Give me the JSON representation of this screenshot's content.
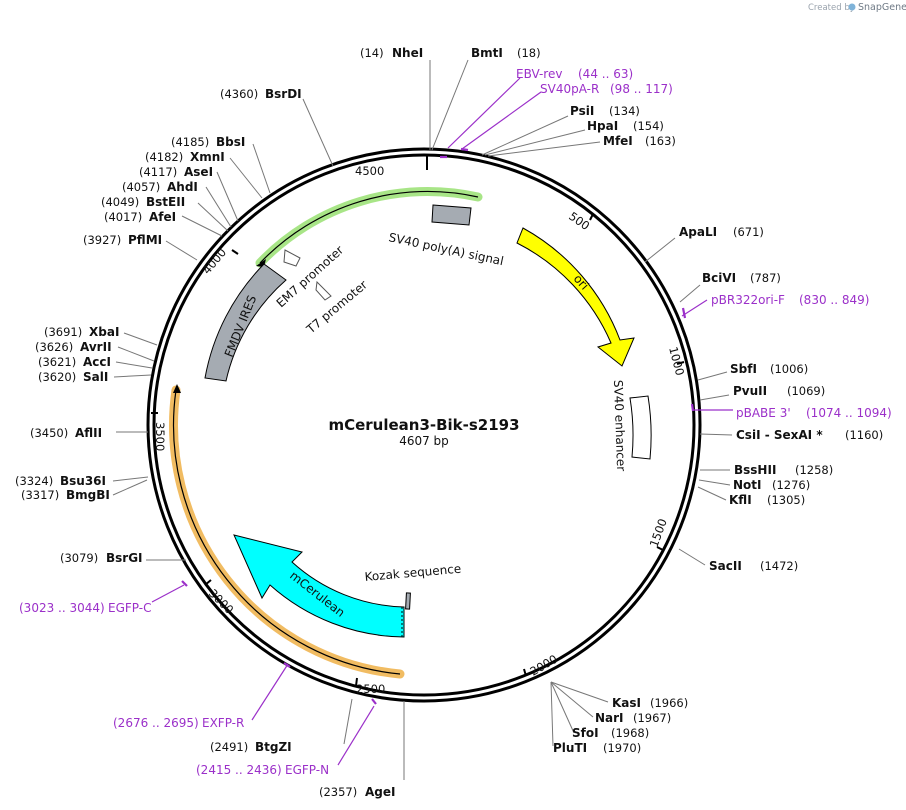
{
  "credit": {
    "prefix": "Created by",
    "brand": "SnapGene"
  },
  "plasmid": {
    "name": "mCerulean3-Bik-s2193",
    "length_label": "4607 bp"
  },
  "ticks": [
    "4500",
    "500",
    "1000",
    "1500",
    "2000",
    "2500",
    "3000",
    "3500",
    "4000"
  ],
  "sites": [
    {
      "pos": "(14)",
      "name": "NheI"
    },
    {
      "pos": "(18)",
      "name": "BmtI"
    },
    {
      "pos": "(134)",
      "name": "PsiI"
    },
    {
      "pos": "(154)",
      "name": "HpaI"
    },
    {
      "pos": "(163)",
      "name": "MfeI"
    },
    {
      "pos": "(671)",
      "name": "ApaLI"
    },
    {
      "pos": "(787)",
      "name": "BciVI"
    },
    {
      "pos": "(1006)",
      "name": "SbfI"
    },
    {
      "pos": "(1069)",
      "name": "PvuII"
    },
    {
      "pos": "(1160)",
      "name": "CsiI  - SexAI *"
    },
    {
      "pos": "(1258)",
      "name": "BssHII"
    },
    {
      "pos": "(1276)",
      "name": "NotI"
    },
    {
      "pos": "(1305)",
      "name": "KflI"
    },
    {
      "pos": "(1472)",
      "name": "SacII"
    },
    {
      "pos": "(1966)",
      "name": "KasI"
    },
    {
      "pos": "(1967)",
      "name": "NarI"
    },
    {
      "pos": "(1968)",
      "name": "SfoI"
    },
    {
      "pos": "(1970)",
      "name": "PluTI"
    },
    {
      "pos": "(2357)",
      "name": "AgeI"
    },
    {
      "pos": "(2491)",
      "name": "BtgZI"
    },
    {
      "pos": "(3079)",
      "name": "BsrGI"
    },
    {
      "pos": "(3317)",
      "name": "BmgBI"
    },
    {
      "pos": "(3324)",
      "name": "Bsu36I"
    },
    {
      "pos": "(3450)",
      "name": "AflII"
    },
    {
      "pos": "(3620)",
      "name": "SalI"
    },
    {
      "pos": "(3621)",
      "name": "AccI"
    },
    {
      "pos": "(3626)",
      "name": "AvrII"
    },
    {
      "pos": "(3691)",
      "name": "XbaI"
    },
    {
      "pos": "(3927)",
      "name": "PflMI"
    },
    {
      "pos": "(4017)",
      "name": "AfeI"
    },
    {
      "pos": "(4049)",
      "name": "BstEII"
    },
    {
      "pos": "(4057)",
      "name": "AhdI"
    },
    {
      "pos": "(4117)",
      "name": "AseI"
    },
    {
      "pos": "(4182)",
      "name": "XmnI"
    },
    {
      "pos": "(4185)",
      "name": "BbsI"
    },
    {
      "pos": "(4360)",
      "name": "BsrDI"
    }
  ],
  "primers": [
    {
      "name": "EBV-rev",
      "range": "(44 .. 63)"
    },
    {
      "name": "SV40pA-R",
      "range": "(98 .. 117)"
    },
    {
      "name": "pBR322ori-F",
      "range": "(830 .. 849)"
    },
    {
      "name": "pBABE 3'",
      "range": "(1074 .. 1094)"
    },
    {
      "name": "EGFP-N",
      "range": "(2415 .. 2436)"
    },
    {
      "name": "EXFP-R",
      "range": "(2676 .. 2695)"
    },
    {
      "name": "EGFP-C",
      "range": "(3023 .. 3044)"
    }
  ],
  "features": [
    {
      "name": "SV40 poly(A) signal",
      "color": "#a5abb2"
    },
    {
      "name": "ori",
      "color": "#ffff00"
    },
    {
      "name": "SV40 enhancer",
      "color": "#ffffff"
    },
    {
      "name": "Kozak sequence",
      "color": "#a5abb2"
    },
    {
      "name": "mCerulean",
      "color": "#00ffff"
    },
    {
      "name": "FMDV IRES",
      "color": "#a5abb2"
    },
    {
      "name": "EM7 promoter",
      "color": "#ffffff"
    },
    {
      "name": "T7 promoter",
      "color": "#ffffff"
    }
  ],
  "colors": {
    "primer": "#9b30c9",
    "orf_highlight": "#f0b85a",
    "orf_highlight2": "#9ee27a",
    "backbone": "#000000"
  }
}
